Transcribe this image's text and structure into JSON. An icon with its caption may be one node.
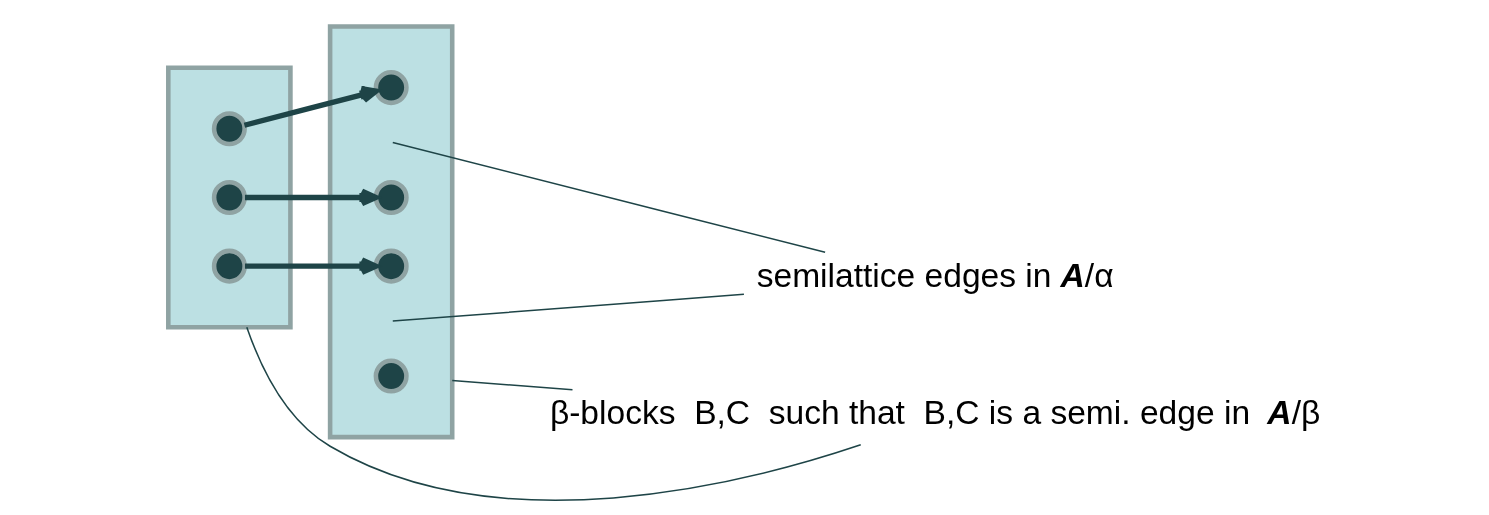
{
  "diagram": {
    "nodes": [
      {
        "text": [],
        "shape": "box"
      },
      {
        "text": [],
        "shape": "circle",
        "in": 0
      },
      {
        "text": [],
        "shape": "circle",
        "in": 0
      },
      {
        "text": [],
        "shape": "circle",
        "in": 0
      },
      {
        "text": [],
        "shape": "box"
      },
      {
        "text": [],
        "shape": "circle",
        "in": 4
      },
      {
        "text": [],
        "shape": "circle",
        "in": 4
      },
      {
        "text": [],
        "shape": "circle",
        "in": 4
      },
      {
        "text": [],
        "shape": "circle",
        "in": 4
      },
      {
        "text": [
          "semilattice edges in **A**/α"
        ]
      },
      {
        "text": [
          "β-blocks  B,C  such that  B,C is a semi. edge in  **A**/β"
        ]
      }
    ],
    "edges": [
      {
        "from": 1,
        "to": 5,
        "arrow": "to",
        "style": "thick"
      },
      {
        "from": 2,
        "to": 6,
        "arrow": "to",
        "style": "thick"
      },
      {
        "from": 3,
        "to": 7,
        "arrow": "to",
        "style": "thick"
      },
      {
        "from": 9,
        "to": null,
        "arrow": "none"
      },
      {
        "from": 9,
        "to": null,
        "arrow": "none"
      },
      {
        "from": 10,
        "to": 0,
        "arrow": "none"
      },
      {
        "from": 10,
        "to": 4,
        "arrow": "none"
      }
    ]
  }
}
